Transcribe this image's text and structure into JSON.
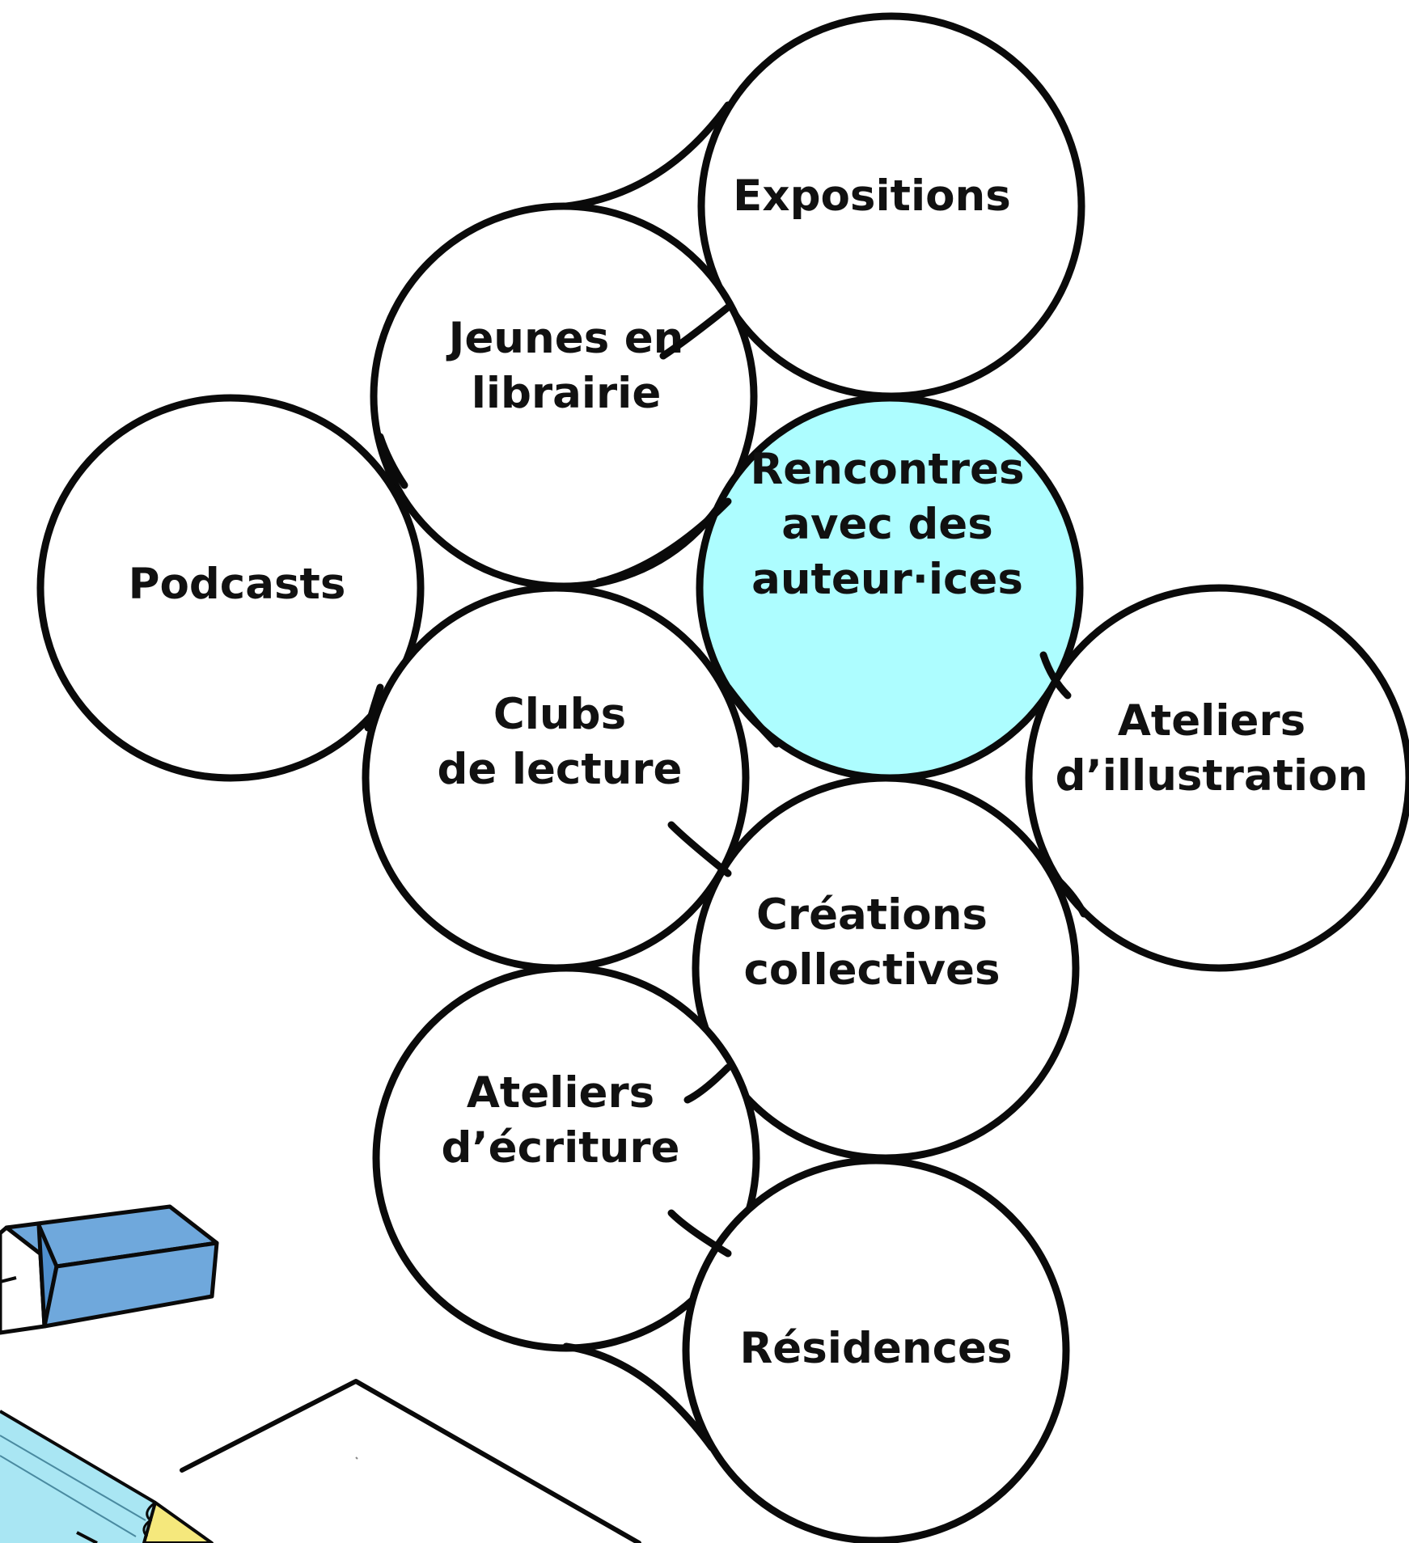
{
  "bubbles": [
    {
      "id": "expositions",
      "lines": [
        "Expositions"
      ],
      "highlighted": false
    },
    {
      "id": "jeunes",
      "lines": [
        "Jeunes en",
        "librairie"
      ],
      "highlighted": false
    },
    {
      "id": "podcasts",
      "lines": [
        "Podcasts"
      ],
      "highlighted": false
    },
    {
      "id": "rencontres",
      "lines": [
        "Rencontres",
        "avec des",
        "auteur·ices"
      ],
      "highlighted": true
    },
    {
      "id": "clubs",
      "lines": [
        "Clubs",
        "de lecture"
      ],
      "highlighted": false
    },
    {
      "id": "illustration",
      "lines": [
        "Ateliers",
        "d’illustration"
      ],
      "highlighted": false
    },
    {
      "id": "creations",
      "lines": [
        "Créations",
        "collectives"
      ],
      "highlighted": false
    },
    {
      "id": "ecriture",
      "lines": [
        "Ateliers",
        "d’écriture"
      ],
      "highlighted": false
    },
    {
      "id": "residences",
      "lines": [
        "Résidences"
      ],
      "highlighted": false
    }
  ],
  "colors": {
    "highlight": "#adfdff",
    "outline": "#0a0a0a",
    "text": "#111111",
    "eraser": "#6fa8dc",
    "pencil": "#a9e6f3",
    "pencil_tip": "#f5e87c"
  },
  "icons": [
    "eraser-icon",
    "pencil-icon",
    "paper-sheet-icon"
  ]
}
